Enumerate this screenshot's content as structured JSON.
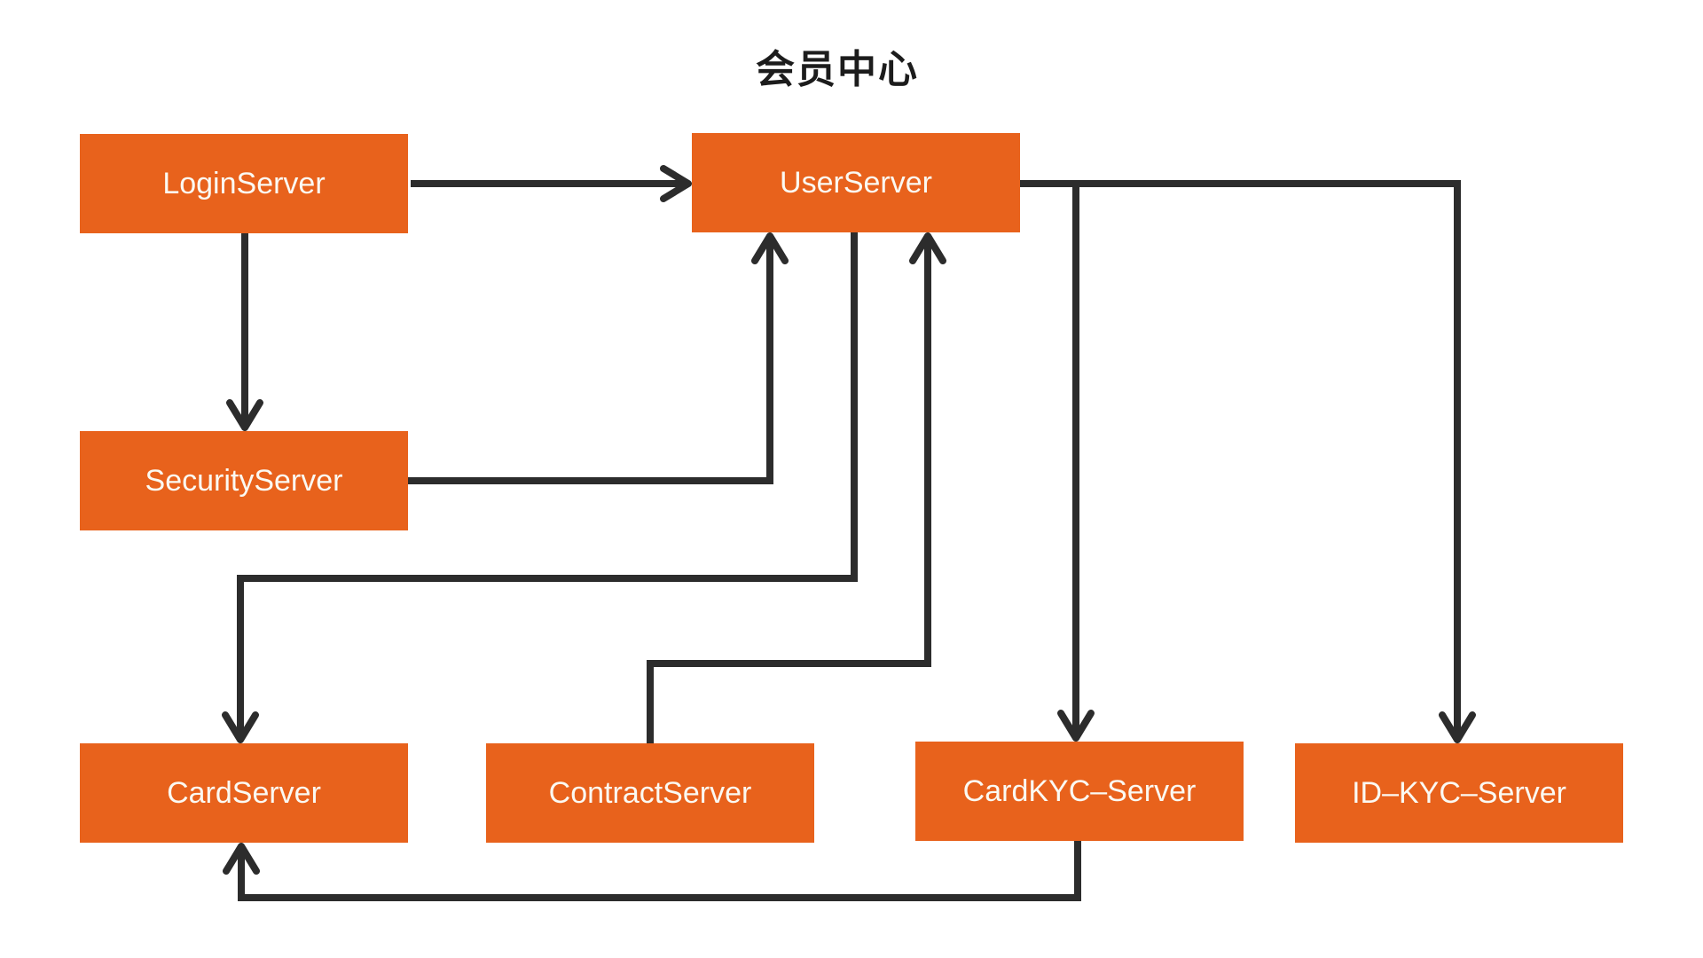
{
  "title": "会员中心",
  "colors": {
    "node_fill": "#E8621C",
    "node_text": "#FBF9F2",
    "edge": "#2C2C2C",
    "title_text": "#1C1C1C",
    "background": "#FFFFFF"
  },
  "nodes": [
    {
      "id": "login-server",
      "label": "LoginServer"
    },
    {
      "id": "user-server",
      "label": "UserServer"
    },
    {
      "id": "security-server",
      "label": "SecurityServer"
    },
    {
      "id": "card-server",
      "label": "CardServer"
    },
    {
      "id": "contract-server",
      "label": "ContractServer"
    },
    {
      "id": "cardkyc-server",
      "label": "CardKYC–Server"
    },
    {
      "id": "idkyc-server",
      "label": "ID–KYC–Server"
    }
  ],
  "edges": [
    {
      "from": "LoginServer",
      "to": "UserServer"
    },
    {
      "from": "LoginServer",
      "to": "SecurityServer"
    },
    {
      "from": "SecurityServer",
      "to": "UserServer"
    },
    {
      "from": "UserServer",
      "to": "CardServer"
    },
    {
      "from": "ContractServer",
      "to": "UserServer"
    },
    {
      "from": "UserServer",
      "to": "CardKYC–Server"
    },
    {
      "from": "UserServer",
      "to": "ID–KYC–Server"
    },
    {
      "from": "CardKYC–Server",
      "to": "CardServer"
    }
  ]
}
